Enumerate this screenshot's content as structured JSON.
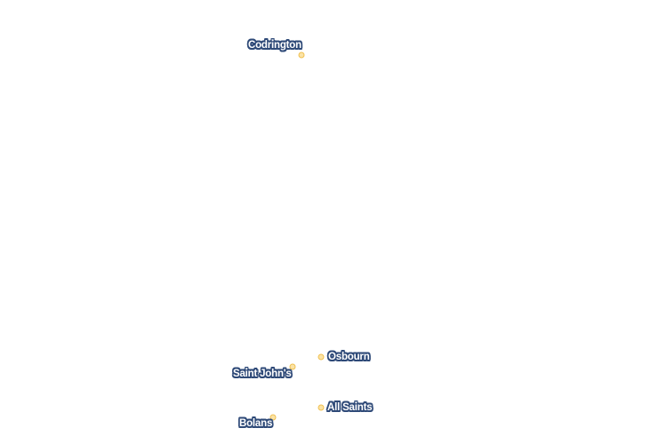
{
  "map": {
    "places": [
      {
        "id": "codrington",
        "name": "Codrington"
      },
      {
        "id": "osbourn",
        "name": "Osbourn"
      },
      {
        "id": "saint-johns",
        "name": "Saint John's"
      },
      {
        "id": "all-saints",
        "name": "All Saints"
      },
      {
        "id": "bolans",
        "name": "Bolans"
      }
    ]
  },
  "colors": {
    "label_text": "#ffffff",
    "label_halo": "#2f4a78",
    "marker_fill": "#fbe3a6",
    "marker_stroke": "#f0c050",
    "background": "#ffffff"
  }
}
